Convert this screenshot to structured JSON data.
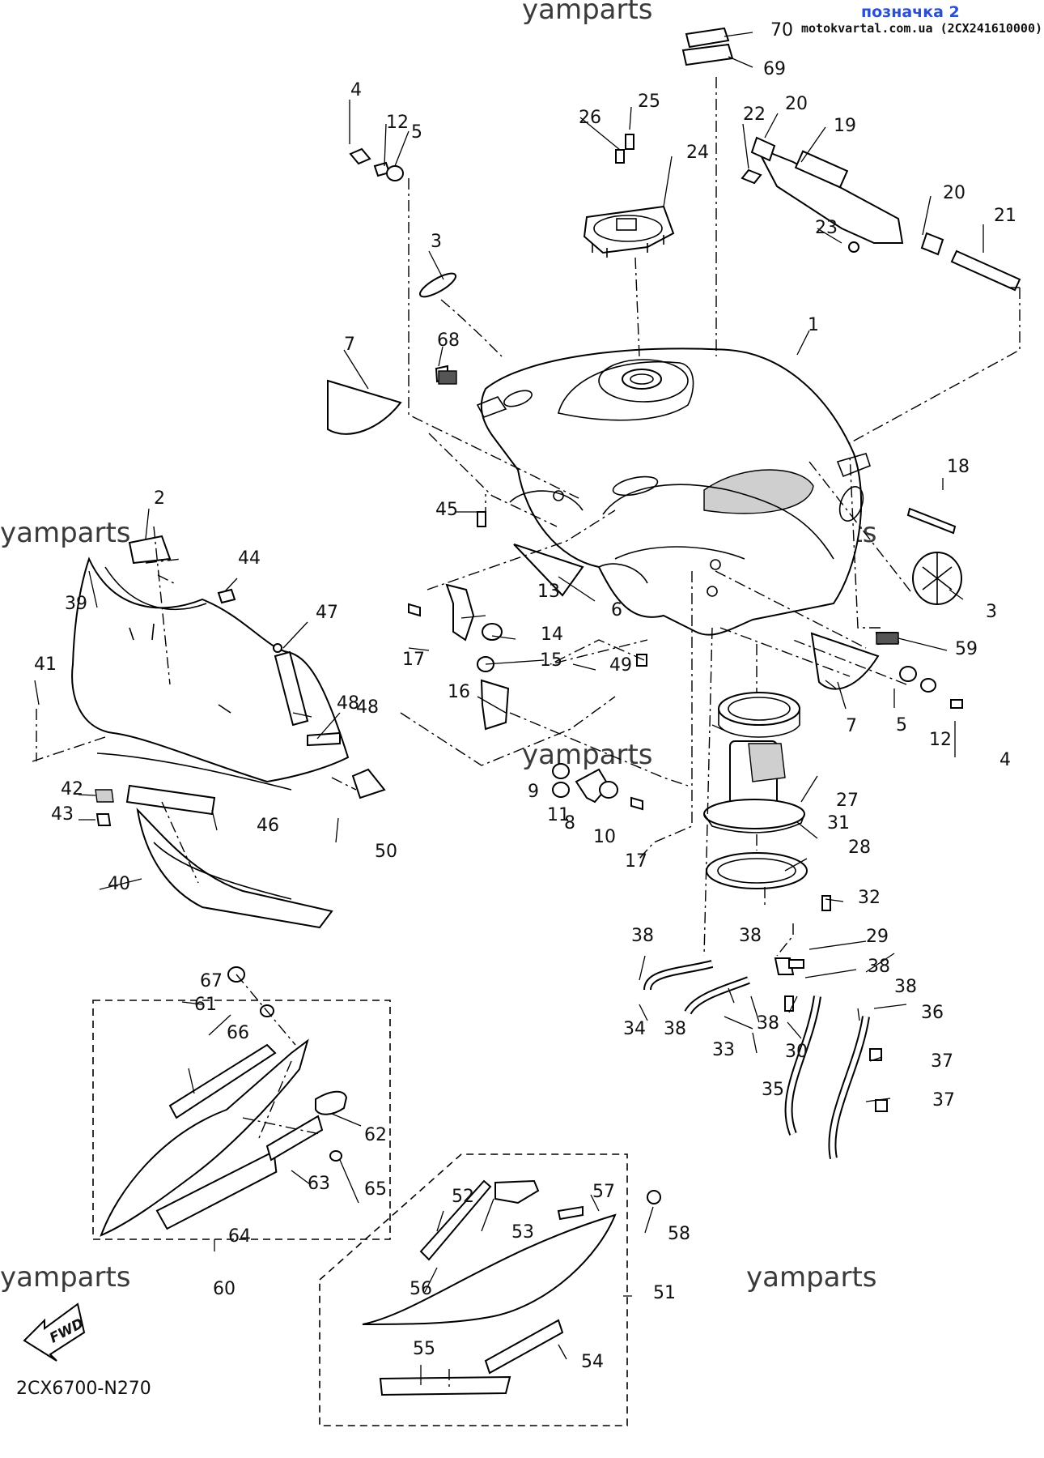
{
  "header": {
    "page_label": "позначка 2",
    "site_and_code": "motokvartal.com.ua (2CX241610000)"
  },
  "watermarks": [
    "yamparts",
    "yamparts",
    "yamparts",
    "yamparts",
    "yamparts",
    "yamparts"
  ],
  "diagram_code": "2CX6700-N270",
  "fwd_label": "FWD",
  "part_numbers": [
    "1",
    "2",
    "3",
    "3",
    "4",
    "4",
    "5",
    "5",
    "6",
    "7",
    "7",
    "8",
    "9",
    "10",
    "11",
    "12",
    "12",
    "13",
    "14",
    "15",
    "16",
    "17",
    "17",
    "18",
    "19",
    "20",
    "20",
    "21",
    "22",
    "23",
    "24",
    "25",
    "26",
    "27",
    "28",
    "29",
    "30",
    "31",
    "32",
    "33",
    "34",
    "35",
    "36",
    "37",
    "37",
    "38",
    "38",
    "38",
    "38",
    "38",
    "38",
    "39",
    "40",
    "41",
    "42",
    "43",
    "44",
    "45",
    "46",
    "47",
    "48",
    "48",
    "49",
    "50",
    "51",
    "52",
    "53",
    "54",
    "55",
    "56",
    "57",
    "58",
    "59",
    "60",
    "61",
    "62",
    "63",
    "64",
    "65",
    "66",
    "67",
    "68",
    "69",
    "70"
  ]
}
